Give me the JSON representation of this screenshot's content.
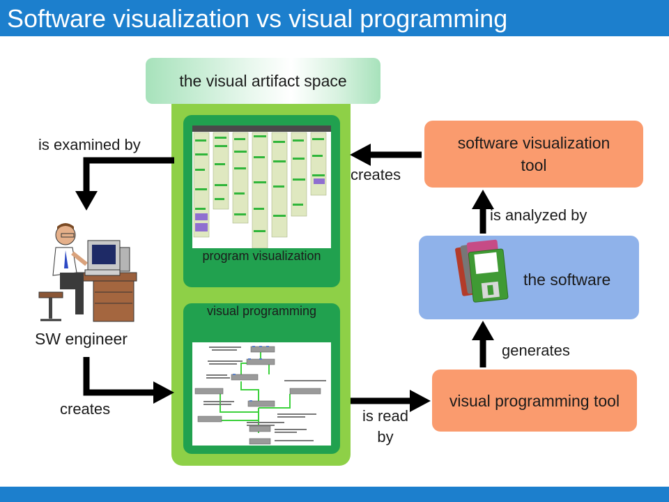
{
  "header": {
    "title": "Software visualization vs visual programming"
  },
  "artifact_space": {
    "label": "the visual artifact space",
    "program_visualization_label": "program visualization",
    "visual_programming_label": "visual programming"
  },
  "nodes": {
    "sw_vis_tool": "software visualization tool",
    "the_software": "the software",
    "vis_prog_tool": "visual programming tool",
    "sw_engineer": "SW engineer"
  },
  "edges": {
    "is_examined_by": "is examined by",
    "creates_top": "creates",
    "is_analyzed_by": "is analyzed by",
    "generates": "generates",
    "creates_bottom": "creates",
    "is_read_by": "is read by"
  },
  "colors": {
    "header": "#1c7fcd",
    "panel_green": "#8ed047",
    "inner_green": "#21a14f",
    "tool_orange": "#fa9b6e",
    "software_blue": "#8fb2ea"
  },
  "icons": {
    "engineer": "engineer-at-computer-icon",
    "software": "floppy-disks-icon"
  }
}
